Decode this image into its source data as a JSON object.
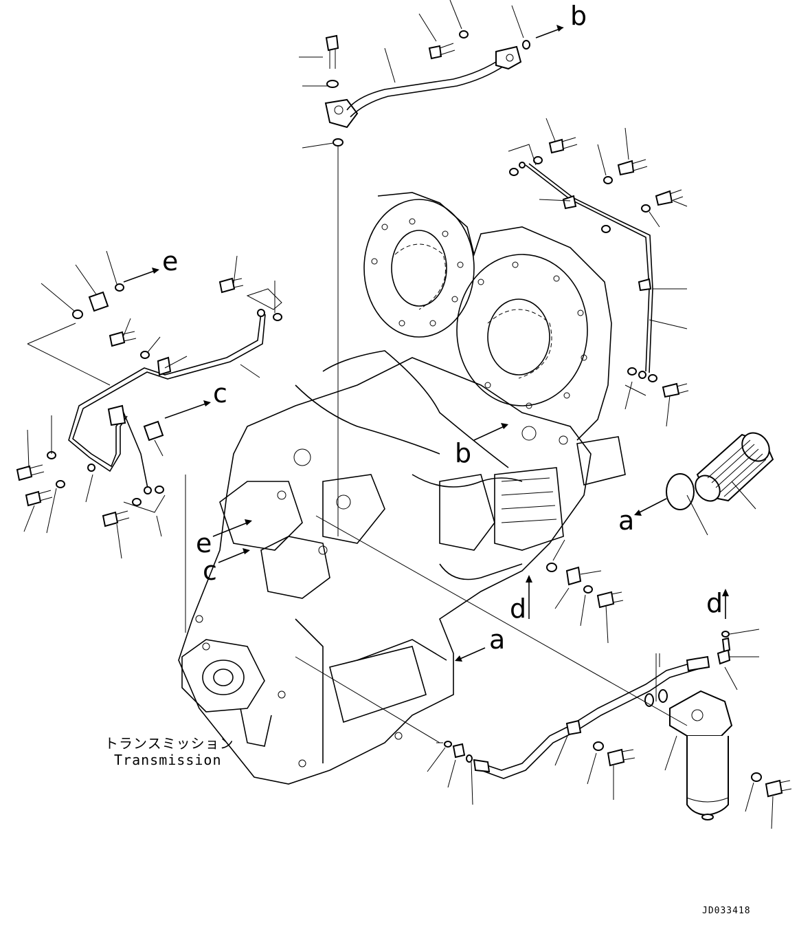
{
  "callouts": {
    "a1": "a",
    "a2": "a",
    "b1": "b",
    "b2": "b",
    "c1": "c",
    "c2": "c",
    "d1": "d",
    "d2": "d",
    "e1": "e",
    "e2": "e"
  },
  "caption": {
    "jp": "トランスミッション",
    "en": "Transmission"
  },
  "drawing_code": "JD033418"
}
